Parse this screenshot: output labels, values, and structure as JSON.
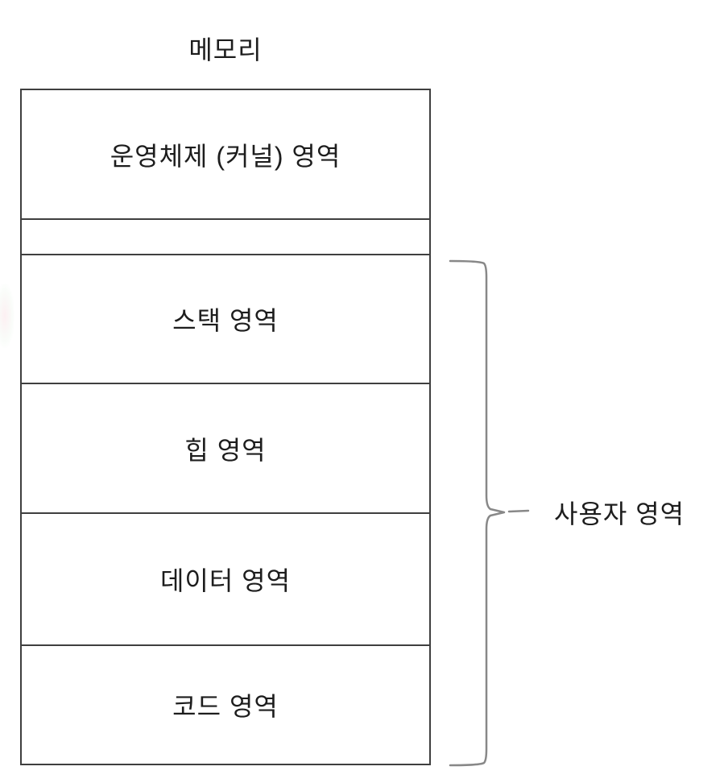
{
  "diagram": {
    "title": "메모리",
    "memory_box": {
      "sections": [
        {
          "id": "os-kernel",
          "label": "운영체제 (커널) 영역"
        },
        {
          "id": "free-gap",
          "label": ""
        },
        {
          "id": "stack",
          "label": "스택 영역"
        },
        {
          "id": "heap",
          "label": "힙 영역"
        },
        {
          "id": "data",
          "label": "데이터 영역"
        },
        {
          "id": "code",
          "label": "코드 영역"
        }
      ]
    },
    "user_area": {
      "label": "사용자 영역"
    },
    "colors": {
      "background": "#ffffff",
      "box_border": "#3f3f3f",
      "brace": "#888888",
      "text": "#1d1d1d"
    }
  }
}
